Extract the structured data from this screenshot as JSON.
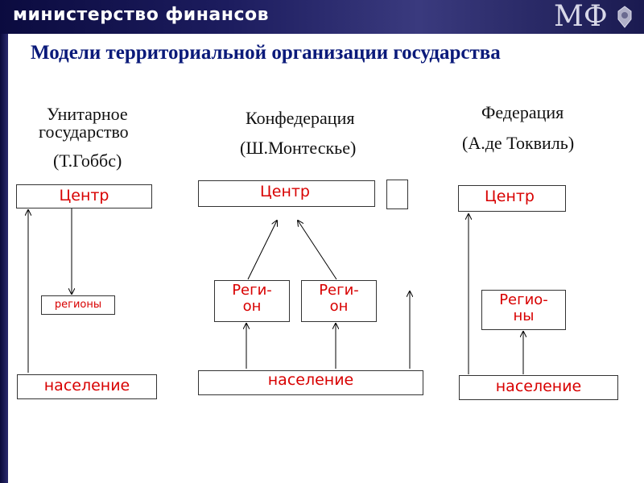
{
  "header": {
    "title": "министерство финансов",
    "logo_text": "МФ"
  },
  "main_title": "Модели территориальной организации государства",
  "columns": {
    "unitary": {
      "title_line1": "Унитарное",
      "title_line2": "государство",
      "author": "(Т.Гоббс)",
      "center": "Центр",
      "regions": "регионы",
      "population": "население"
    },
    "confederation": {
      "title": "Конфедерация",
      "author": "(Ш.Монтескье)",
      "center": "Центр",
      "region1": "Реги-\nон",
      "region2": "Реги-\nон",
      "population": "население"
    },
    "federation": {
      "title": "Федерация",
      "author": "(А.де Токвиль)",
      "center": "Центр",
      "regions": "Регио-\nны",
      "population": "население"
    }
  },
  "colors": {
    "header_bg": "#1c1c5e",
    "title": "#0a1a7a",
    "box_text": "#d80000"
  }
}
